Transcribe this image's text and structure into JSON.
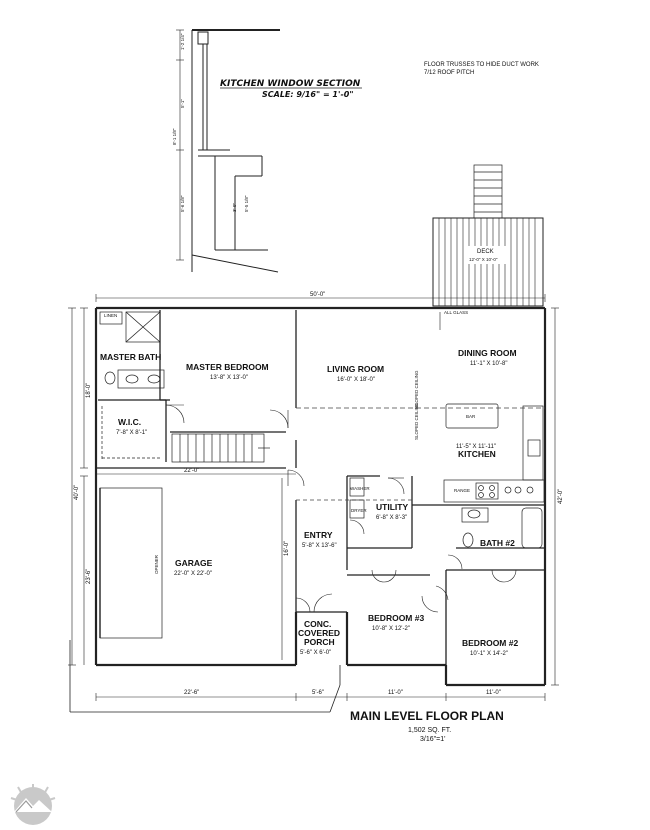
{
  "notes": {
    "line1": "FLOOR TRUSSES TO HIDE DUCT WORK",
    "line2": "7/12 ROOF PITCH"
  },
  "section": {
    "title": "KITCHEN WINDOW SECTION",
    "scale": "SCALE: 9/16\" = 1'-0\"",
    "dims": [
      "1'-2 1/4\"",
      "5'-1\"",
      "8'-1 1/8\"",
      "5'-6 1/8\"",
      "3'-0\"",
      "5'-5 1/8\""
    ]
  },
  "deck": {
    "name": "DECK",
    "size": "12'-0\" X 10'-0\""
  },
  "overall": {
    "top": "50'-0\"",
    "left_upper": "18'-0\"",
    "left_total": "40'-0\"",
    "right_total": "42'-0\"",
    "garage_left": "23'-6\""
  },
  "rooms": {
    "master_bath": {
      "name": "MASTER BATH",
      "linen": "LINEN"
    },
    "master_bedroom": {
      "name": "MASTER BEDROOM",
      "size": "13'-8\" X 13'-0\""
    },
    "wic": {
      "name": "W.I.C.",
      "size": "7'-8\" X 8'-1\""
    },
    "living_room": {
      "name": "LIVING ROOM",
      "size": "16'-0\" X 18'-0\""
    },
    "dining_room": {
      "name": "DINING ROOM",
      "size": "11'-1\" X 10'-8\""
    },
    "kitchen": {
      "name": "KITCHEN",
      "size": "11'-5\" X 11'-11\""
    },
    "sloped_ceiling_a": "SLOPED CEILING",
    "sloped_ceiling_b": "SLOPED CEILING",
    "all_glass": "ALL GLASS",
    "bar": "BAR",
    "utility": {
      "name": "UTILITY",
      "size": "6'-8\" X 8'-3\""
    },
    "bath2": {
      "name": "BATH #2"
    },
    "garage": {
      "name": "GARAGE",
      "size": "22'-0\" X 22'-0\"",
      "opener": "OPENER"
    },
    "entry": {
      "name": "ENTRY",
      "size": "5'-8\" X 13'-6\""
    },
    "porch": {
      "line1": "CONC.",
      "line2": "COVERED",
      "line3": "PORCH",
      "size": "5'-6\" X 6'-0\""
    },
    "bedroom3": {
      "name": "BEDROOM #3",
      "size": "10'-8\" X 12'-2\""
    },
    "bedroom2": {
      "name": "BEDROOM #2",
      "size": "10'-1\" X 14'-2\""
    },
    "garage_width": "22'-0\"",
    "garage_depth": "16'-0\"",
    "range": "RANGE",
    "washer": "WASHER",
    "dryer": "DRYER"
  },
  "bottom_dims": [
    "22'-6\"",
    "5'-6\"",
    "11'-0\"",
    "11'-0\""
  ],
  "footer": {
    "title": "MAIN LEVEL FLOOR PLAN",
    "area": "1,502 SQ. FT.",
    "scale": "3/16\"=1'"
  },
  "logo_icon": "sun-mountain-logo-icon"
}
